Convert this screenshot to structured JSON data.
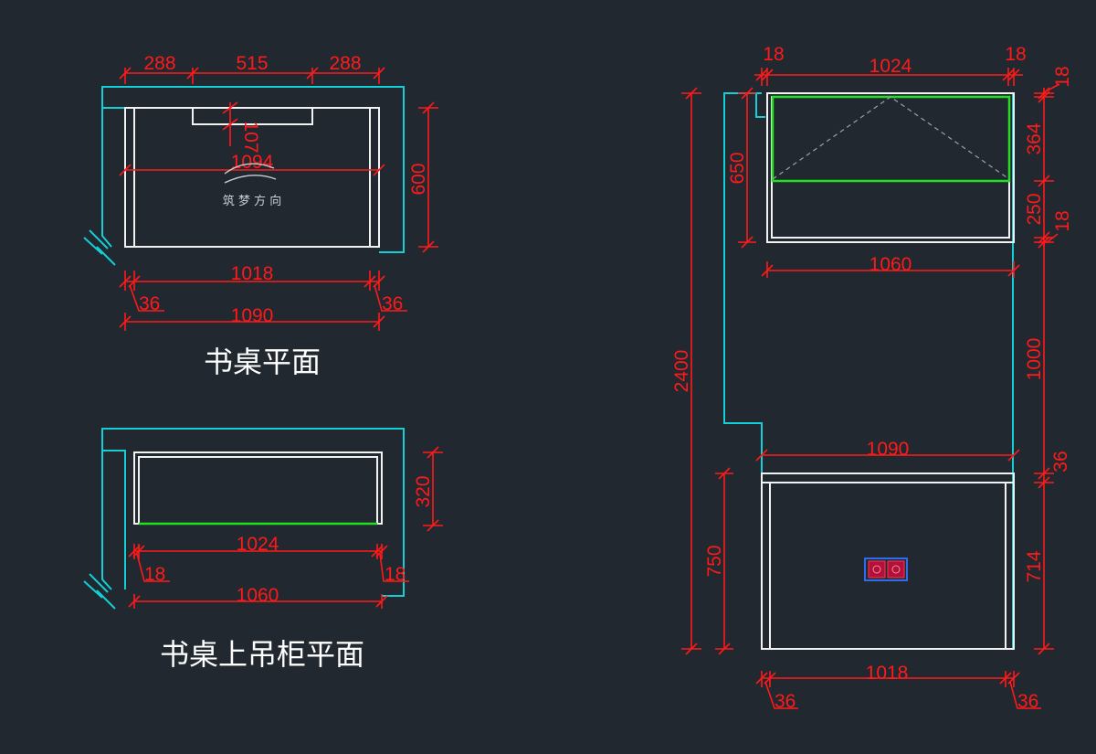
{
  "colors": {
    "background": "#212830",
    "dimension": "#ff1a1a",
    "outline": "#f2f2f2",
    "wall": "#14cfd6",
    "glass": "#22e020"
  },
  "desk_plan": {
    "title": "书桌平面",
    "dims": {
      "top_left": "288",
      "top_mid": "515",
      "top_right": "288",
      "depth": "600",
      "notch": "107",
      "inner_width": "1094",
      "inner": "1018",
      "side_left": "36",
      "side_right": "36",
      "overall": "1090"
    }
  },
  "cabinet_plan": {
    "title": "书桌上吊柜平面",
    "dims": {
      "depth": "320",
      "inner": "1024",
      "side_left": "18",
      "side_right": "18",
      "overall": "1060"
    }
  },
  "elevation": {
    "dims": {
      "top_left": "18",
      "top_mid": "1024",
      "top_right": "18",
      "total_height": "2400",
      "cabinet_height": "650",
      "r_18_top": "18",
      "r_364": "364",
      "r_250": "250",
      "r_18_bottom": "18",
      "cabinet_width": "1060",
      "gap_height": "1000",
      "desk_width": "1090",
      "desktop_thickness": "36",
      "desk_height": "750",
      "leg_height": "714",
      "inner_width": "1018",
      "bottom_left": "36",
      "bottom_right": "36"
    }
  },
  "watermark": "筑 梦 方 向"
}
